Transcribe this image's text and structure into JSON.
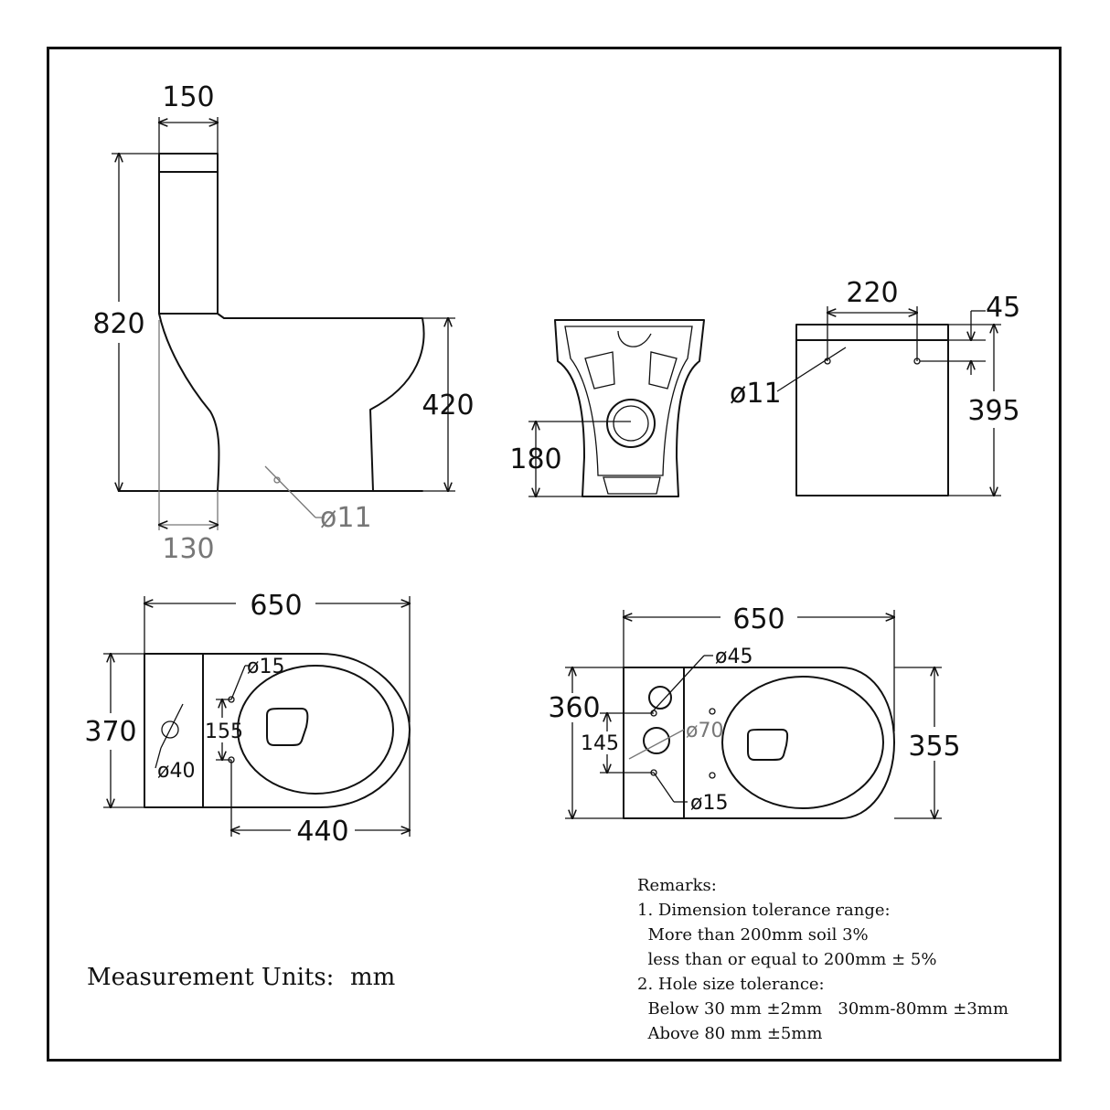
{
  "side_view": {
    "dim_tank_width": "150",
    "dim_total_height": "820",
    "dim_pan_height": "420",
    "dim_fix_hole": "ø11",
    "dim_outlet_offset": "130"
  },
  "back_view": {
    "dim_outlet_height": "180"
  },
  "tank_view": {
    "dim_hole_spacing": "220",
    "dim_hole_offset": "45",
    "dim_hole": "ø11",
    "dim_height": "395"
  },
  "top_view": {
    "dim_length": "650",
    "dim_width": "370",
    "dim_hole": "ø15",
    "dim_hole_spacing": "155",
    "dim_inlet": "ø40",
    "dim_seat_depth": "440"
  },
  "base_view": {
    "dim_length": "650",
    "dim_hole_top": "ø45",
    "dim_offset": "360",
    "dim_spacing": "145",
    "dim_outlet": "ø70",
    "dim_width": "355",
    "dim_hole_bottom": "ø15"
  },
  "units": {
    "label": "Measurement Units:",
    "value": "mm"
  },
  "remarks": {
    "title": "Remarks:",
    "lines": [
      "1. Dimension tolerance range:",
      "  More than 200mm soil 3%",
      "  less than or equal to 200mm ± 5%",
      "2. Hole size tolerance:",
      "  Below 30 mm ±2mm   30mm-80mm ±3mm",
      "  Above 80 mm ±5mm"
    ]
  },
  "colors": {
    "line": "#111111",
    "grey_dimension": "#777777",
    "background": "#ffffff"
  }
}
